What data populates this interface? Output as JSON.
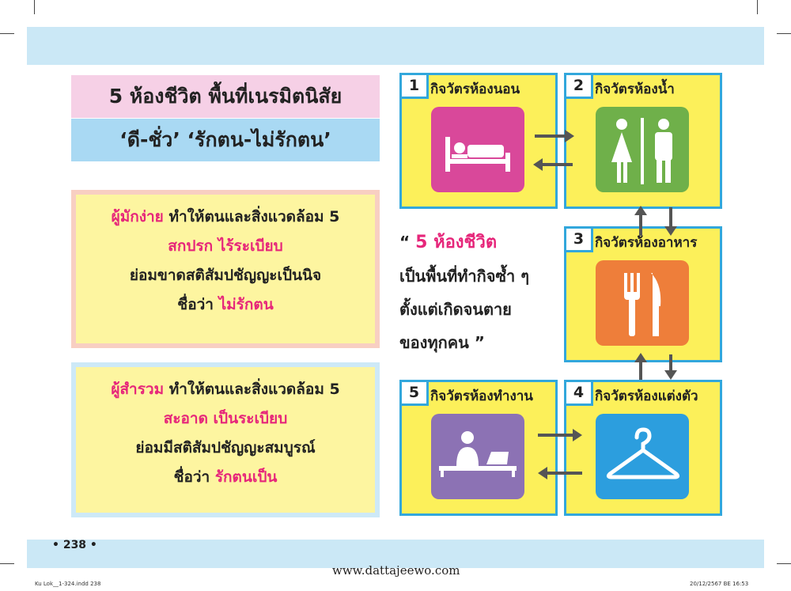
{
  "title": {
    "line1": "5 ห้องชีวิต พื้นที่เนรมิตนิสัย",
    "line2": "‘ดี-ชั่ว’ ‘รักตน-ไม่รักตน’"
  },
  "careless": {
    "term": "ผู้มักง่าย",
    "line1_rest": " ทำให้ตนและสิ่งแวดล้อม 5",
    "line2": "สกปรก ไร้ระเบียบ",
    "line3": "ย่อมขาดสติสัมปชัญญะเป็นนิจ",
    "line4_prefix": "ชื่อว่า ",
    "line4_emph": "ไม่รักตน"
  },
  "careful": {
    "term": "ผู้สำรวม",
    "line1_rest": " ทำให้ตนและสิ่งแวดล้อม 5",
    "line2": "สะอาด เป็นระเบียบ",
    "line3": "ย่อมมีสติสัมปชัญญะสมบูรณ์",
    "line4_prefix": "ชื่อว่า ",
    "line4_emph": "รักตนเป็น"
  },
  "quote": {
    "open": "“ ",
    "emph": "5 ห้องชีวิต",
    "line2": "เป็นพื้นที่ทำกิจซ้ำ ๆ",
    "line3": "ตั้งแต่เกิดจนตาย",
    "line4": "ของทุกคน ”"
  },
  "rooms": [
    {
      "num": "1",
      "label": "กิจวัตรห้องนอน",
      "icon": "bed-icon",
      "color": "#d9489a"
    },
    {
      "num": "2",
      "label": "กิจวัตรห้องน้ำ",
      "icon": "restroom-icon",
      "color": "#6fb04a"
    },
    {
      "num": "3",
      "label": "กิจวัตรห้องอาหาร",
      "icon": "fork-knife-icon",
      "color": "#ee7e3a"
    },
    {
      "num": "4",
      "label": "กิจวัตรห้องแต่งตัว",
      "icon": "hanger-icon",
      "color": "#2c9ede"
    },
    {
      "num": "5",
      "label": "กิจวัตรห้องทำงาน",
      "icon": "desk-worker-icon",
      "color": "#8c72b4"
    }
  ],
  "footer": {
    "page": "• 238 •",
    "website": "www.dattajeewo.com",
    "slug_left": "Ku Lok__1-324.indd 238",
    "slug_right": "20/12/2567 BE 16:53"
  }
}
